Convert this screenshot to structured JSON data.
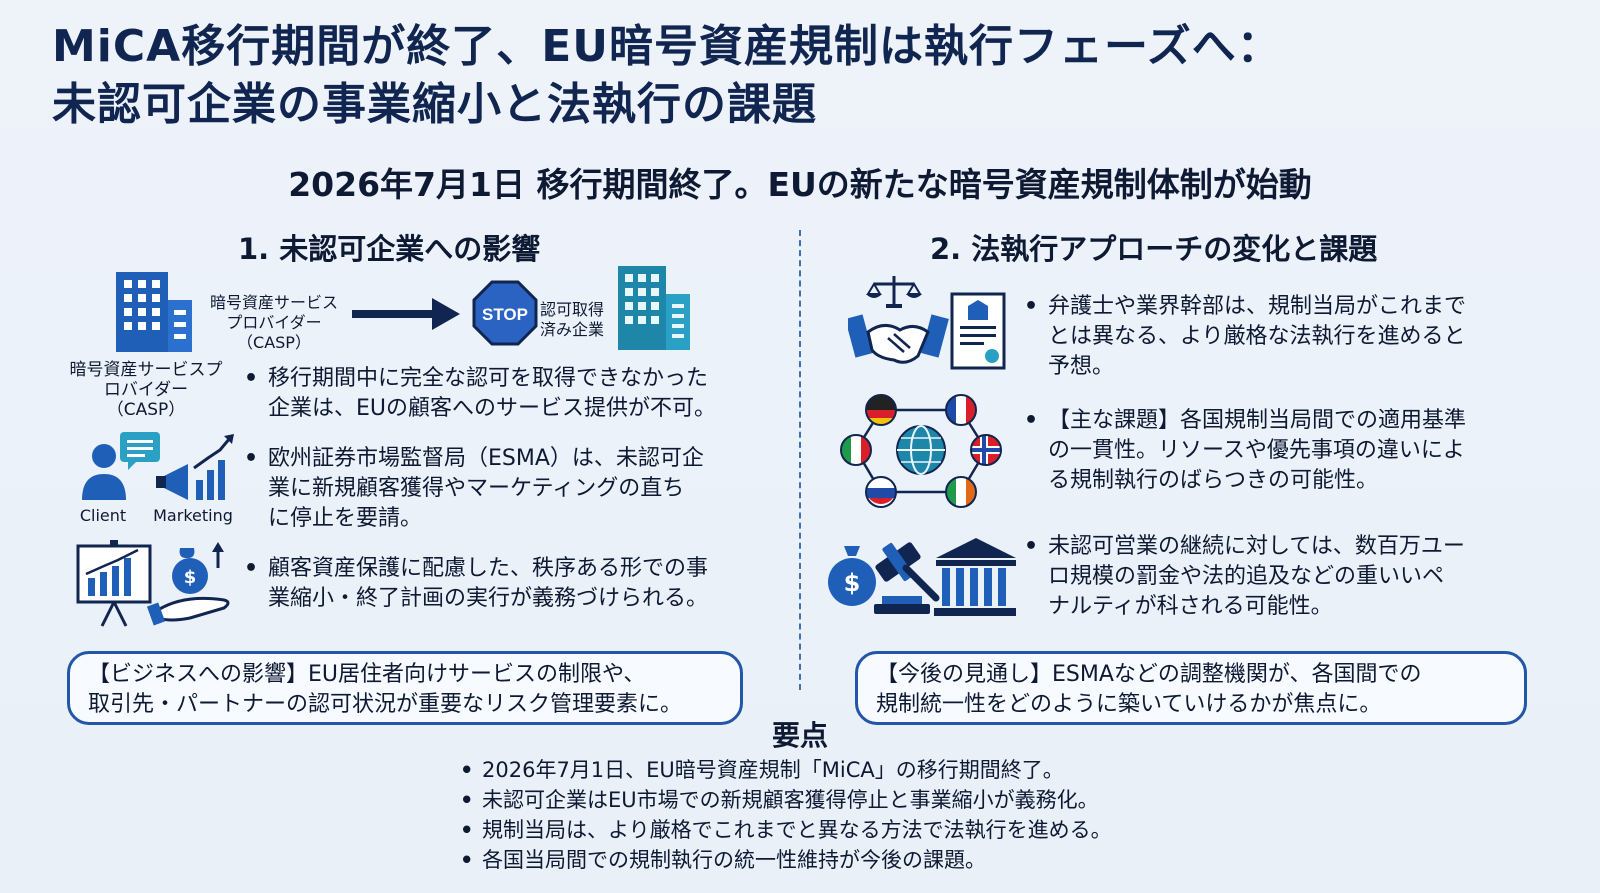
{
  "title": {
    "line1": "MiCA移行期間が終了、EU暗号資産規制は執行フェーズへ：",
    "line2": "未認可企業の事業縮小と法執行の課題"
  },
  "subtitle": "2026年7月1日 移行期間終了。EUの新たな暗号資産規制体制が始動",
  "section1": {
    "heading": "1. 未認可企業への影響",
    "casp_flow_label": [
      "暗号資産サービス",
      "プロバイダー",
      "（CASP）"
    ],
    "stop_text": "STOP",
    "licensed_label": [
      "認可取得",
      "済み企業"
    ],
    "casp_label": [
      "暗号資産サービスプ",
      "ロバイダー",
      "（CASP）"
    ],
    "client_label": "Client",
    "marketing_label": "Marketing",
    "bullets": [
      [
        "移行期間中に完全な認可を取得できなかった",
        "企業は、EUの顧客へのサービス提供が不可。"
      ],
      [
        "欧州証券市場監督局（ESMA）は、未認可企",
        "業に新規顧客獲得やマーケティングの直ち",
        "に停止を要請。"
      ],
      [
        "顧客資産保護に配慮した、秩序ある形での事",
        "業縮小・終了計画の実行が義務づけられる。"
      ]
    ],
    "callout": [
      "【ビジネスへの影響】EU居住者向けサービスの制限や、",
      "取引先・パートナーの認可状況が重要なリスク管理要素に。"
    ]
  },
  "section2": {
    "heading": "2. 法執行アプローチの変化と課題",
    "bullets": [
      [
        "弁護士や業界幹部は、規制当局がこれまで",
        "とは異なる、より厳格な法執行を進めると",
        "予想。"
      ],
      [
        "【主な課題】各国規制当局間での適用基準",
        "の一貫性。リソースや優先事項の違いによ",
        "る規制執行のばらつきの可能性。"
      ],
      [
        "未認可営業の継続に対しては、数百万ユー",
        "ロ規模の罰金や法的追及などの重いいペ",
        "ナルティが科される可能性。"
      ]
    ],
    "callout": [
      "【今後の見通し】ESMAなどの調整機関が、各国間での",
      "規制統一性をどのように築いていけるかが焦点に。"
    ]
  },
  "key_points": {
    "heading": "要点",
    "items": [
      "2026年7月1日、EU暗号資産規制「MiCA」の移行期間終了。",
      "未認可企業はEU市場での新規顧客獲得停止と事業縮小が義務化。",
      "規制当局は、より厳格でこれまでと異なる方法で法執行を進める。",
      "各国当局間での規制執行の統一性維持が今後の課題。"
    ]
  },
  "colors": {
    "navy": "#10254f",
    "blue": "#1f5fb8",
    "teal": "#1e86a8",
    "stop_red": "#2a63c2"
  },
  "icons": [
    "building-icon",
    "arrow-right-icon",
    "stop-sign-icon",
    "licensed-building-icon",
    "client-icon",
    "chat-bubble-icon",
    "megaphone-icon",
    "presentation-chart-icon",
    "money-hand-icon",
    "scales-icon",
    "handshake-icon",
    "certificate-icon",
    "flag-network-icon",
    "gavel-icon",
    "courthouse-icon",
    "money-bag-icon"
  ]
}
